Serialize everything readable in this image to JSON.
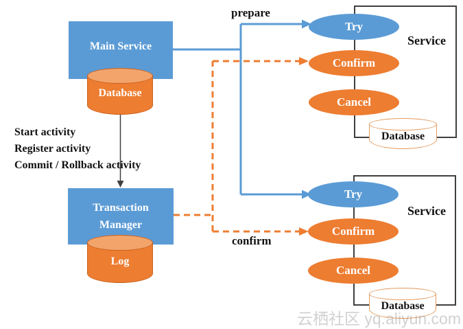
{
  "colors": {
    "blue": "#5B9BD5",
    "orange": "#ED7D31",
    "orange_light": "#F2A46B",
    "cylinder_outline": "#C9621E",
    "white_cylinder_outline": "#E49A5D",
    "frame_border": "#3f3f3f",
    "text_black": "#111111"
  },
  "main_service": {
    "name": "Main Service",
    "database": "Database"
  },
  "activities": {
    "lines": [
      "Start activity",
      "Register activity",
      "Commit / Rollback activity"
    ]
  },
  "transaction_manager": {
    "name": "Transaction Manager",
    "log": "Log"
  },
  "edge_labels": {
    "prepare": "prepare",
    "confirm": "confirm"
  },
  "services": [
    {
      "name": "Service",
      "try": "Try",
      "confirm": "Confirm",
      "cancel": "Cancel",
      "database": "Database"
    },
    {
      "name": "Service",
      "try": "Try",
      "confirm": "Confirm",
      "cancel": "Cancel",
      "database": "Database"
    }
  ],
  "watermark": "云栖社区 yq.aliyun.com"
}
